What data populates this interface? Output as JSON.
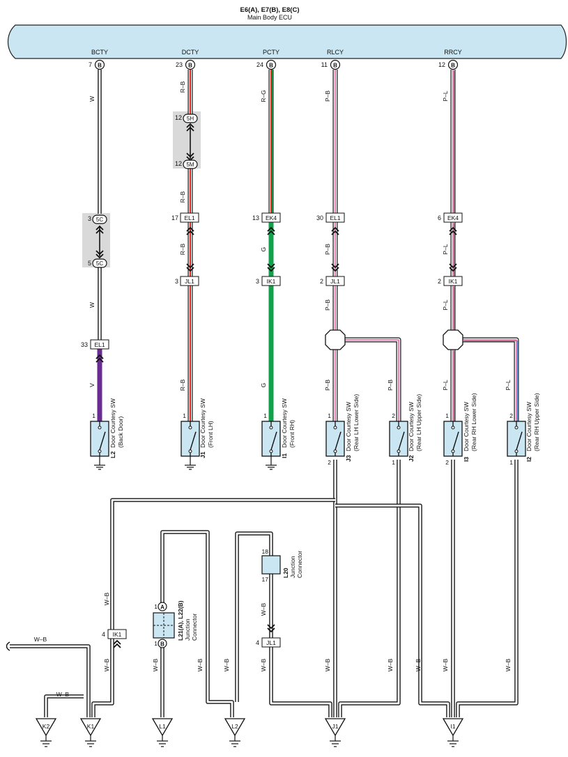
{
  "ecu": {
    "title": "E6(A), E7(B), E8(C)",
    "subtitle": "Main Body ECU"
  },
  "terminals": [
    {
      "signal": "BCTY",
      "pin": "7",
      "conn": "B",
      "wire": "W"
    },
    {
      "signal": "DCTY",
      "pin": "23",
      "conn": "B",
      "wire": "R–B"
    },
    {
      "signal": "PCTY",
      "pin": "24",
      "conn": "B",
      "wire": "R–G"
    },
    {
      "signal": "RLCY",
      "pin": "11",
      "conn": "B",
      "wire": "P–B"
    },
    {
      "signal": "RRCY",
      "pin": "12",
      "conn": "B",
      "wire": "P–L"
    }
  ],
  "wire_labels": {
    "w": "W",
    "rb": "R–B",
    "rg": "R–G",
    "pb": "P–B",
    "pl": "P–L",
    "g": "G",
    "v": "V",
    "wb": "W–B"
  },
  "colors": {
    "ecu_fill": "#c9e6f2",
    "connector_fill": "#c9e6f2",
    "junction_bg": "#d9d9d9",
    "wire_red": "#e2231a",
    "wire_green": "#12a14b",
    "wire_pink": "#e97fb0",
    "wire_blue": "#5a8fd8",
    "wire_violet": "#6a2c91",
    "wire_black": "#222222"
  },
  "junctions": [
    {
      "pin_top": "12",
      "code_top": "5H",
      "pin_bot": "12",
      "code_bot": "5M"
    },
    {
      "pin_top": "3",
      "code_top": "5C",
      "pin_bot": "5",
      "code_bot": "5C"
    }
  ],
  "connectors": [
    {
      "pin": "17",
      "code": "EL1"
    },
    {
      "pin": "13",
      "code": "EK4"
    },
    {
      "pin": "30",
      "code": "EL1"
    },
    {
      "pin": "6",
      "code": "EK4"
    },
    {
      "pin": "3",
      "code": "JL1"
    },
    {
      "pin": "3",
      "code": "IK1"
    },
    {
      "pin": "2",
      "code": "JL1"
    },
    {
      "pin": "2",
      "code": "IK1"
    },
    {
      "pin": "33",
      "code": "EL1"
    },
    {
      "pin": "4",
      "code": "IK1"
    },
    {
      "pin": "4",
      "code": "JL1"
    }
  ],
  "switches": [
    {
      "id": "L2",
      "name": "Door Courtesy SW",
      "sub": "(Back Door)",
      "pin_top": "1",
      "pin_bot": ""
    },
    {
      "id": "J1",
      "name": "Door Courtesy SW",
      "sub": "(Front LH)",
      "pin_top": "1",
      "pin_bot": ""
    },
    {
      "id": "I1",
      "name": "Door Courtesy SW",
      "sub": "(Front RH)",
      "pin_top": "1",
      "pin_bot": ""
    },
    {
      "id": "J3",
      "name": "Door Courtesy SW",
      "sub": "(Rear LH Lower Side)",
      "pin_top": "1",
      "pin_bot": "2"
    },
    {
      "id": "J2",
      "name": "Door Courtesy SW",
      "sub": "(Rear LH Upper Side)",
      "pin_top": "2",
      "pin_bot": "1"
    },
    {
      "id": "I3",
      "name": "Door Courtesy SW",
      "sub": "(Rear RH Lower Side)",
      "pin_top": "1",
      "pin_bot": "2"
    },
    {
      "id": "I2",
      "name": "Door Courtesy SW",
      "sub": "(Rear RH Upper Side)",
      "pin_top": "2",
      "pin_bot": "1"
    }
  ],
  "jconn_l21": {
    "id": "L21(A), L22(B)",
    "name": "Junction",
    "name2": "Connector",
    "pin_top": "1",
    "code_top": "A",
    "pin_bot": "1",
    "code_bot": "B"
  },
  "jconn_l20": {
    "id": "L20",
    "name": "Junction",
    "name2": "Connector",
    "pin_top": "18",
    "pin_bot": "17"
  },
  "grounds": [
    "K2",
    "K1",
    "L1",
    "L2",
    "J1",
    "I1"
  ]
}
